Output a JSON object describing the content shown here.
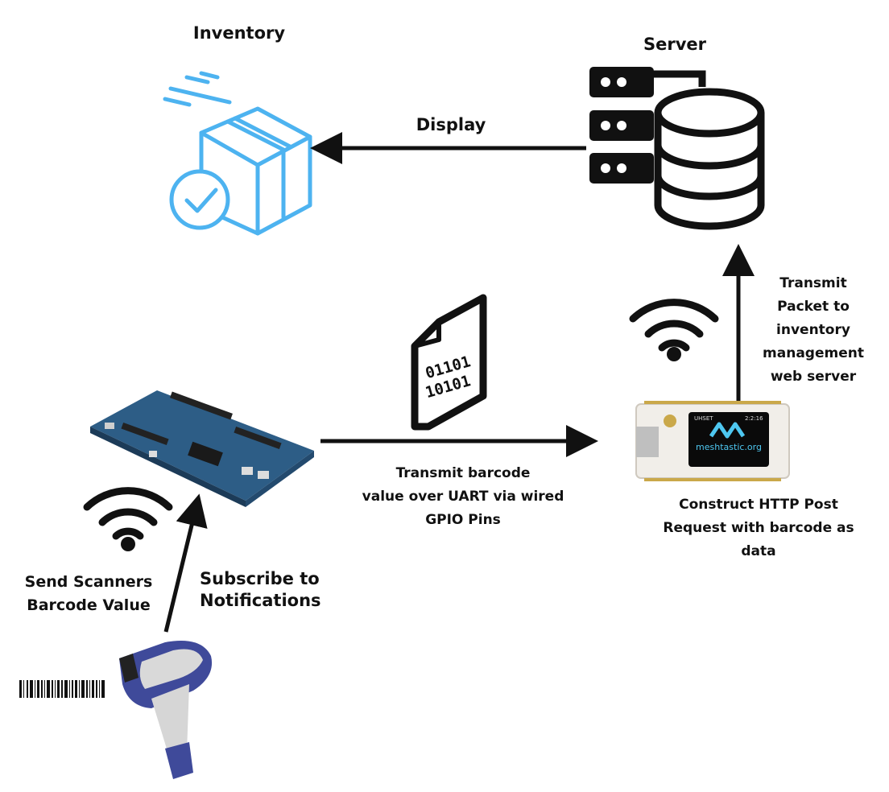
{
  "labels": {
    "inventory": "Inventory",
    "server": "Server",
    "display": "Display",
    "transmit_packet": "Transmit\nPacket to\ninventory\nmanagement\nweb server",
    "transmit_barcode": "Transmit barcode\nvalue over UART via wired\nGPIO Pins",
    "construct_http": "Construct HTTP Post\nRequest with barcode as\ndata",
    "send_scanners": "Send Scanners\nBarcode Value",
    "subscribe": "Subscribe to\nNotifications"
  },
  "file_icon": {
    "line1": "01101",
    "line2": "10101"
  },
  "lora_screen": {
    "brand": "meshtastic.org",
    "status_left": "UHSET",
    "status_right": "2:2:16"
  },
  "colors": {
    "inventory_blue": "#4db3f0",
    "ink": "#111111",
    "board_blue": "#2d5d86",
    "scanner_purple": "#3f4a9a"
  }
}
